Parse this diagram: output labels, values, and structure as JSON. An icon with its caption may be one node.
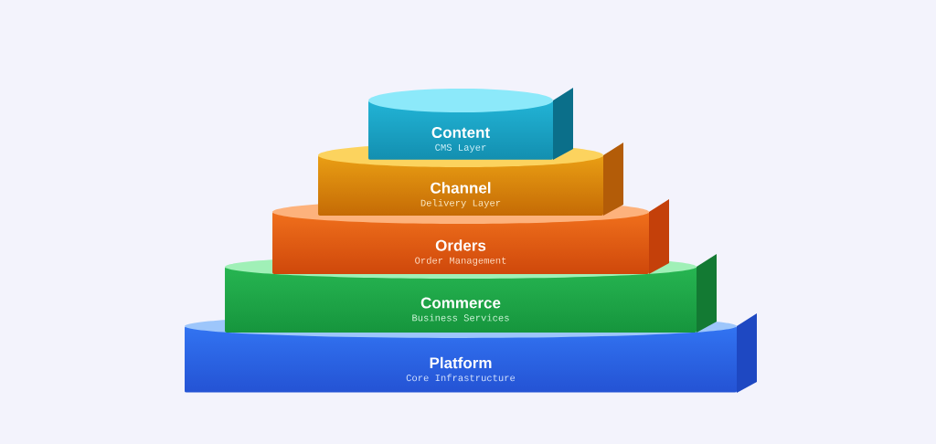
{
  "diagram": {
    "nodes": [
      {
        "text": [
          "Content",
          "CMS Layer"
        ]
      },
      {
        "text": [
          "Channel",
          "Delivery Layer"
        ]
      },
      {
        "text": [
          "Orders",
          "Order Management"
        ]
      },
      {
        "text": [
          "Commerce",
          "Business Services"
        ]
      },
      {
        "text": [
          "Platform",
          "Core Infrastructure"
        ]
      }
    ]
  }
}
